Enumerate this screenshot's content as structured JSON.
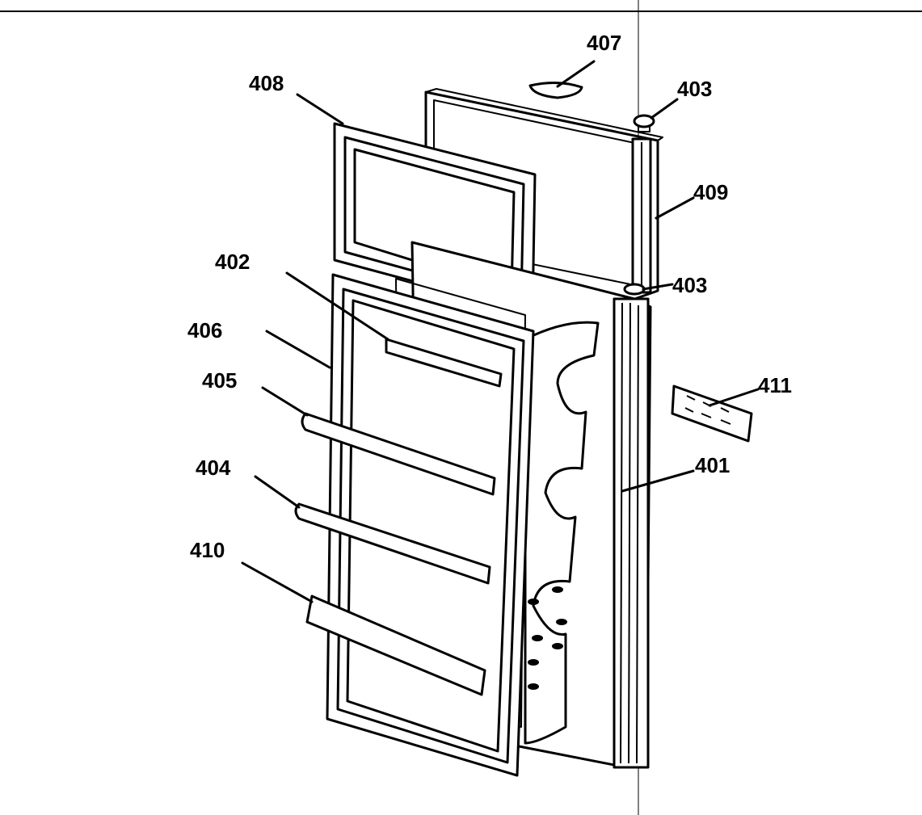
{
  "labels": [
    {
      "id": "407",
      "text": "407"
    },
    {
      "id": "408",
      "text": "408"
    },
    {
      "id": "403a",
      "text": "403"
    },
    {
      "id": "409",
      "text": "409"
    },
    {
      "id": "402",
      "text": "402"
    },
    {
      "id": "403b",
      "text": "403"
    },
    {
      "id": "406",
      "text": "406"
    },
    {
      "id": "405",
      "text": "405"
    },
    {
      "id": "411",
      "text": "411"
    },
    {
      "id": "404",
      "text": "404"
    },
    {
      "id": "401",
      "text": "401"
    },
    {
      "id": "410",
      "text": "410"
    }
  ]
}
